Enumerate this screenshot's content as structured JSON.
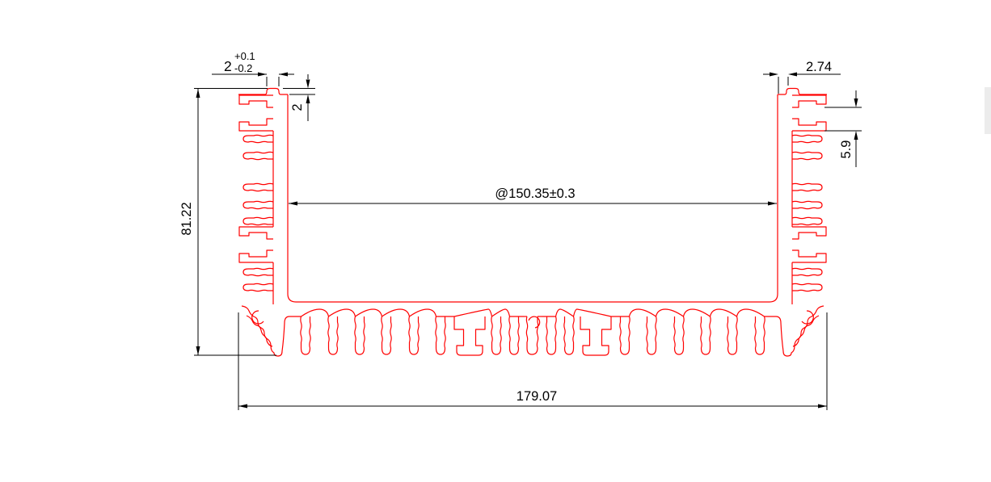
{
  "drawing": {
    "background": "#ffffff",
    "profile_color": "#ff0000",
    "dimension_color": "#000000",
    "artifact_color": "#ececec",
    "dimensions": {
      "left_tab_width": {
        "value": "2",
        "tolerance_plus": "+0.1",
        "tolerance_minus": "-0.2"
      },
      "left_tab_height": {
        "value": "2"
      },
      "right_tab_offset": {
        "value": "2.74"
      },
      "right_slot_height": {
        "value": "5.9"
      },
      "inner_width": {
        "value": "@150.35±0.3"
      },
      "overall_height": {
        "value": "81.22"
      },
      "overall_width": {
        "value": "179.07"
      }
    }
  }
}
